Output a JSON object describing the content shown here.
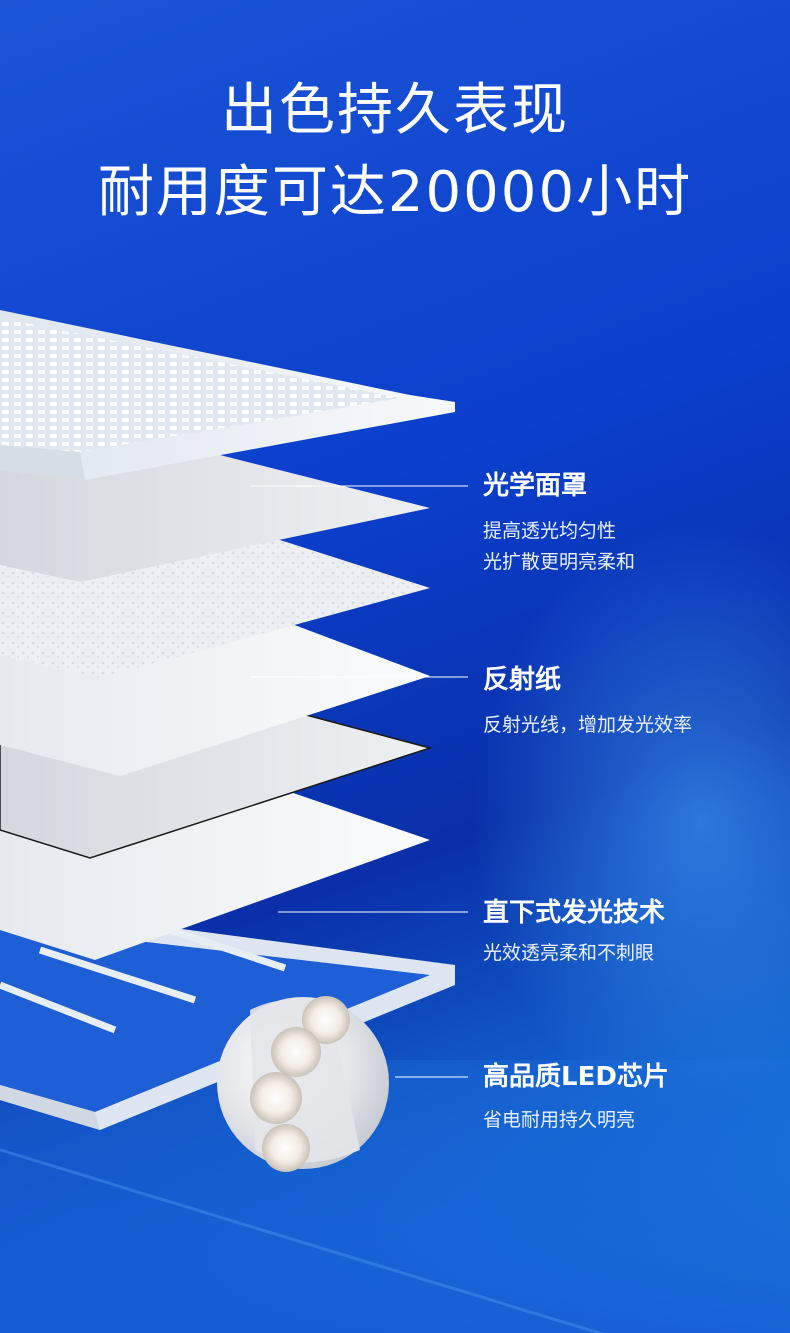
{
  "heading": {
    "line1": "出色持久表现",
    "line2": "耐用度可达20000小时"
  },
  "features": [
    {
      "title": "光学面罩",
      "desc": [
        "提高透光均匀性",
        "光扩散更明亮柔和"
      ]
    },
    {
      "title": "反射纸",
      "desc": [
        "反射光线，增加发光效率"
      ]
    },
    {
      "title": "直下式发光技术",
      "desc": [
        "光效透亮柔和不刺眼"
      ]
    },
    {
      "title": "高品质LED芯片",
      "desc": [
        "省电耐用持久明亮"
      ]
    }
  ],
  "colors": {
    "background": "#0b3fcc",
    "text": "#ffffff"
  }
}
